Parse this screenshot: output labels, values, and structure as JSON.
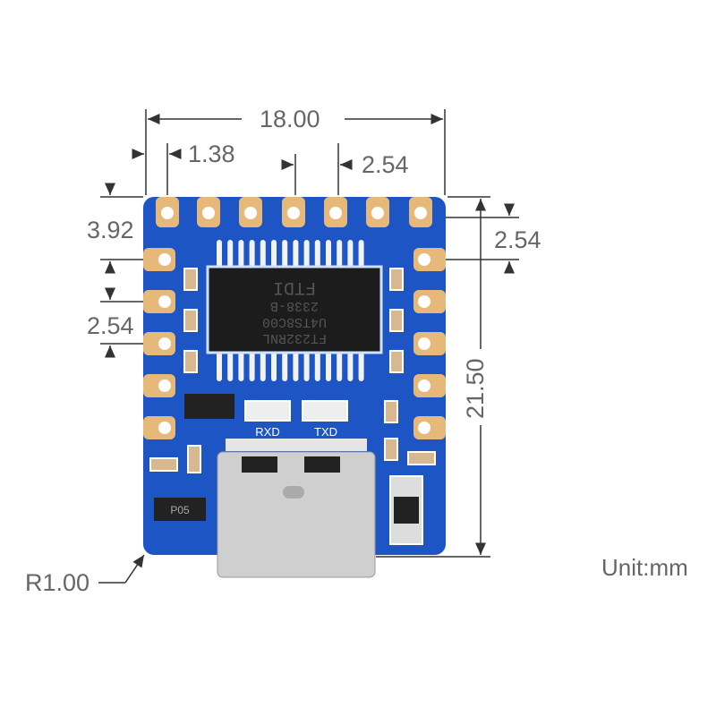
{
  "dimensions": {
    "width": "18.00",
    "pin_offset": "1.38",
    "pin_pitch_top": "2.54",
    "top_offset": "3.92",
    "pin_pitch_left": "2.54",
    "pin_pitch_right": "2.54",
    "height": "21.50",
    "corner_radius": "R1.00"
  },
  "unit_label": "Unit:mm",
  "board": {
    "chip_lines": [
      "FT232RNL",
      "U4TS8C00",
      "2338-B",
      "FTDI"
    ],
    "led_labels": [
      "RXD",
      "TXD"
    ],
    "transistor_label": "P05",
    "colors": {
      "pcb": "#1d56c4",
      "pad": "#e6b97a",
      "chip": "#1c1c1c",
      "usb": "#cfcfcf"
    }
  }
}
